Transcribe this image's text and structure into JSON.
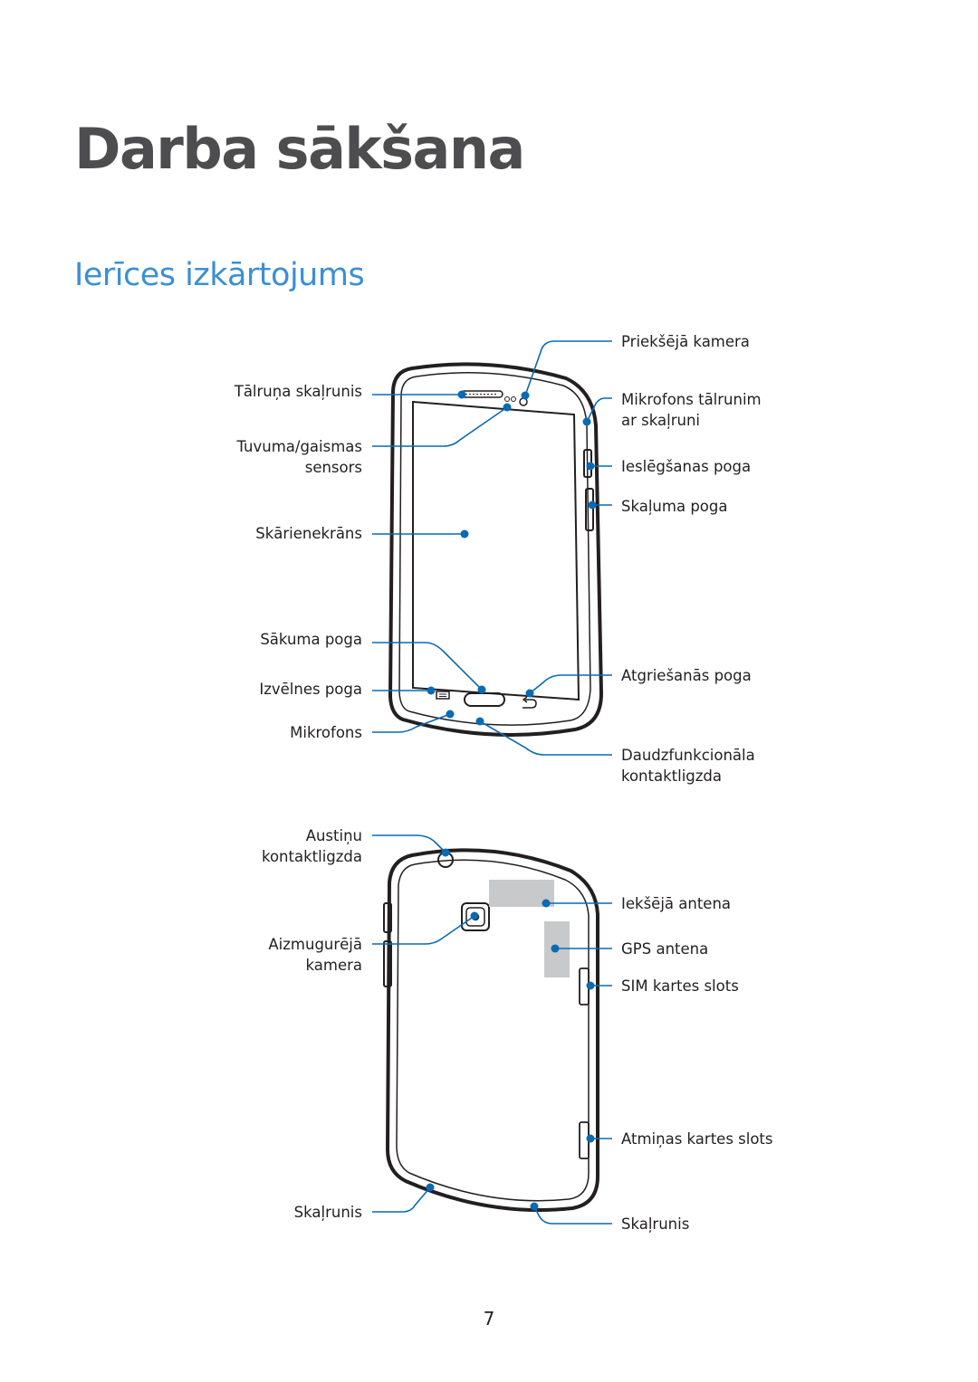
{
  "chapter_title": "Darba sākšana",
  "section_title": "Ierīces izkārtojums",
  "front_labels_left": {
    "earpiece": "Tālruņa skaļrunis",
    "sensor_line1": "Tuvuma/gaismas",
    "sensor_line2": "sensors",
    "touchscreen": "Skārienekrāns",
    "home": "Sākuma poga",
    "menu": "Izvēlnes poga",
    "mic": "Mikrofons"
  },
  "front_labels_right": {
    "front_camera": "Priekšējā kamera",
    "speaker_mic_line1": "Mikrofons tālrunim",
    "speaker_mic_line2": "ar skaļruni",
    "power": "Ieslēgšanas poga",
    "volume": "Skaļuma poga",
    "back": "Atgriešanās poga",
    "multi_line1": "Daudzfunkcionāla",
    "multi_line2": "kontaktligzda"
  },
  "rear_labels_left": {
    "headset_line1": "Austiņu",
    "headset_line2": "kontaktligzda",
    "rear_cam_line1": "Aizmugurējā",
    "rear_cam_line2": "kamera",
    "speaker": "Skaļrunis"
  },
  "rear_labels_right": {
    "internal_antenna": "Iekšējā antena",
    "gps_antenna": "GPS antena",
    "sim_slot": "SIM kartes slots",
    "memory_slot": "Atmiņas kartes slots",
    "speaker": "Skaļrunis"
  },
  "page_number": "7",
  "colors": {
    "callout": "#0a6ab3",
    "title": "#4d4d4f",
    "section": "#3b8fd6",
    "device": "#231f20"
  }
}
